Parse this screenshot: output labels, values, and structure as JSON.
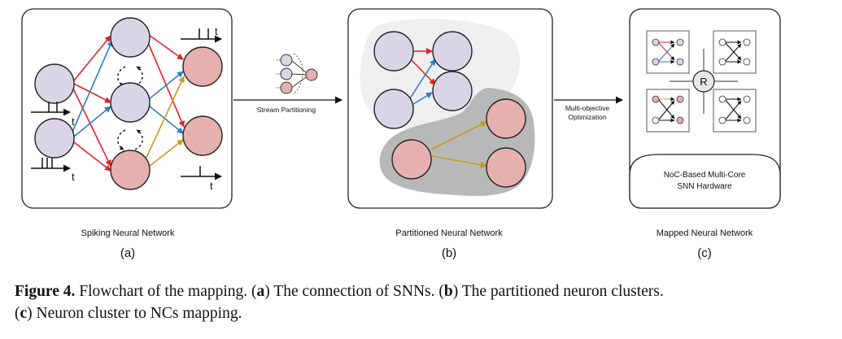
{
  "panels": {
    "a": {
      "title": "Spiking Neural Network",
      "letter": "(a)"
    },
    "b": {
      "title": "Partitioned Neural Network",
      "letter": "(b)"
    },
    "c": {
      "title": "Mapped Neural Network",
      "letter": "(c)"
    }
  },
  "arrows": {
    "a_to_b": "Stream Partitioning",
    "b_to_c_line1": "Multi-objective",
    "b_to_c_line2": "Optimization"
  },
  "time_label": "t",
  "router_label": "R",
  "hardware": {
    "line1": "NoC-Based Multi-Core",
    "line2": "SNN Hardware"
  },
  "caption": {
    "lead": "Figure 4.",
    "text1": " Flowchart of the mapping. (",
    "a": "a",
    "text2": ") The connection of SNNs. (",
    "b": "b",
    "text3": ") The partitioned neuron clusters.",
    "text4": "(",
    "c": "c",
    "text5": ") Neuron cluster to NCs mapping."
  },
  "colors": {
    "neuron_purple": "#d9d5e6",
    "neuron_pink": "#e5b0ae",
    "edge_red": "#e8202a",
    "edge_blue": "#2f7fc1",
    "edge_gold": "#c49a1c"
  }
}
